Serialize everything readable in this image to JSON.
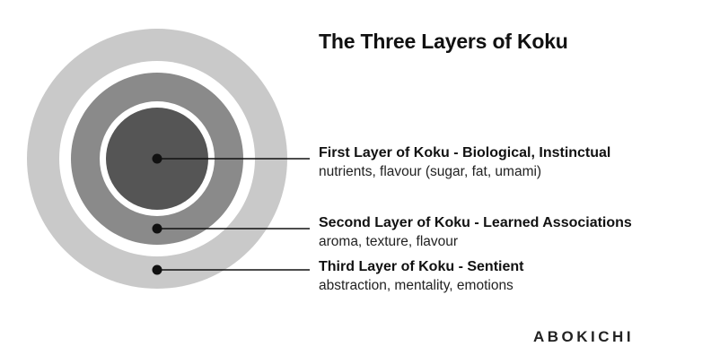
{
  "title": "The Three Layers of Koku",
  "layers": [
    {
      "heading": "First Layer of Koku - Biological, Instinctual",
      "description": "nutrients, flavour (sugar, fat, umami)"
    },
    {
      "heading": "Second Layer of Koku - Learned Associations",
      "description": "aroma, texture, flavour"
    },
    {
      "heading": "Third Layer of Koku - Sentient",
      "description": "abstraction, mentality, emotions"
    }
  ],
  "brand": "ABOKICHI",
  "colors": {
    "outer_ring": "#c9c9c9",
    "middle_ring": "#8a8a8a",
    "inner_core": "#555555",
    "separator": "#ffffff",
    "marker": "#111111",
    "text": "#111111"
  }
}
